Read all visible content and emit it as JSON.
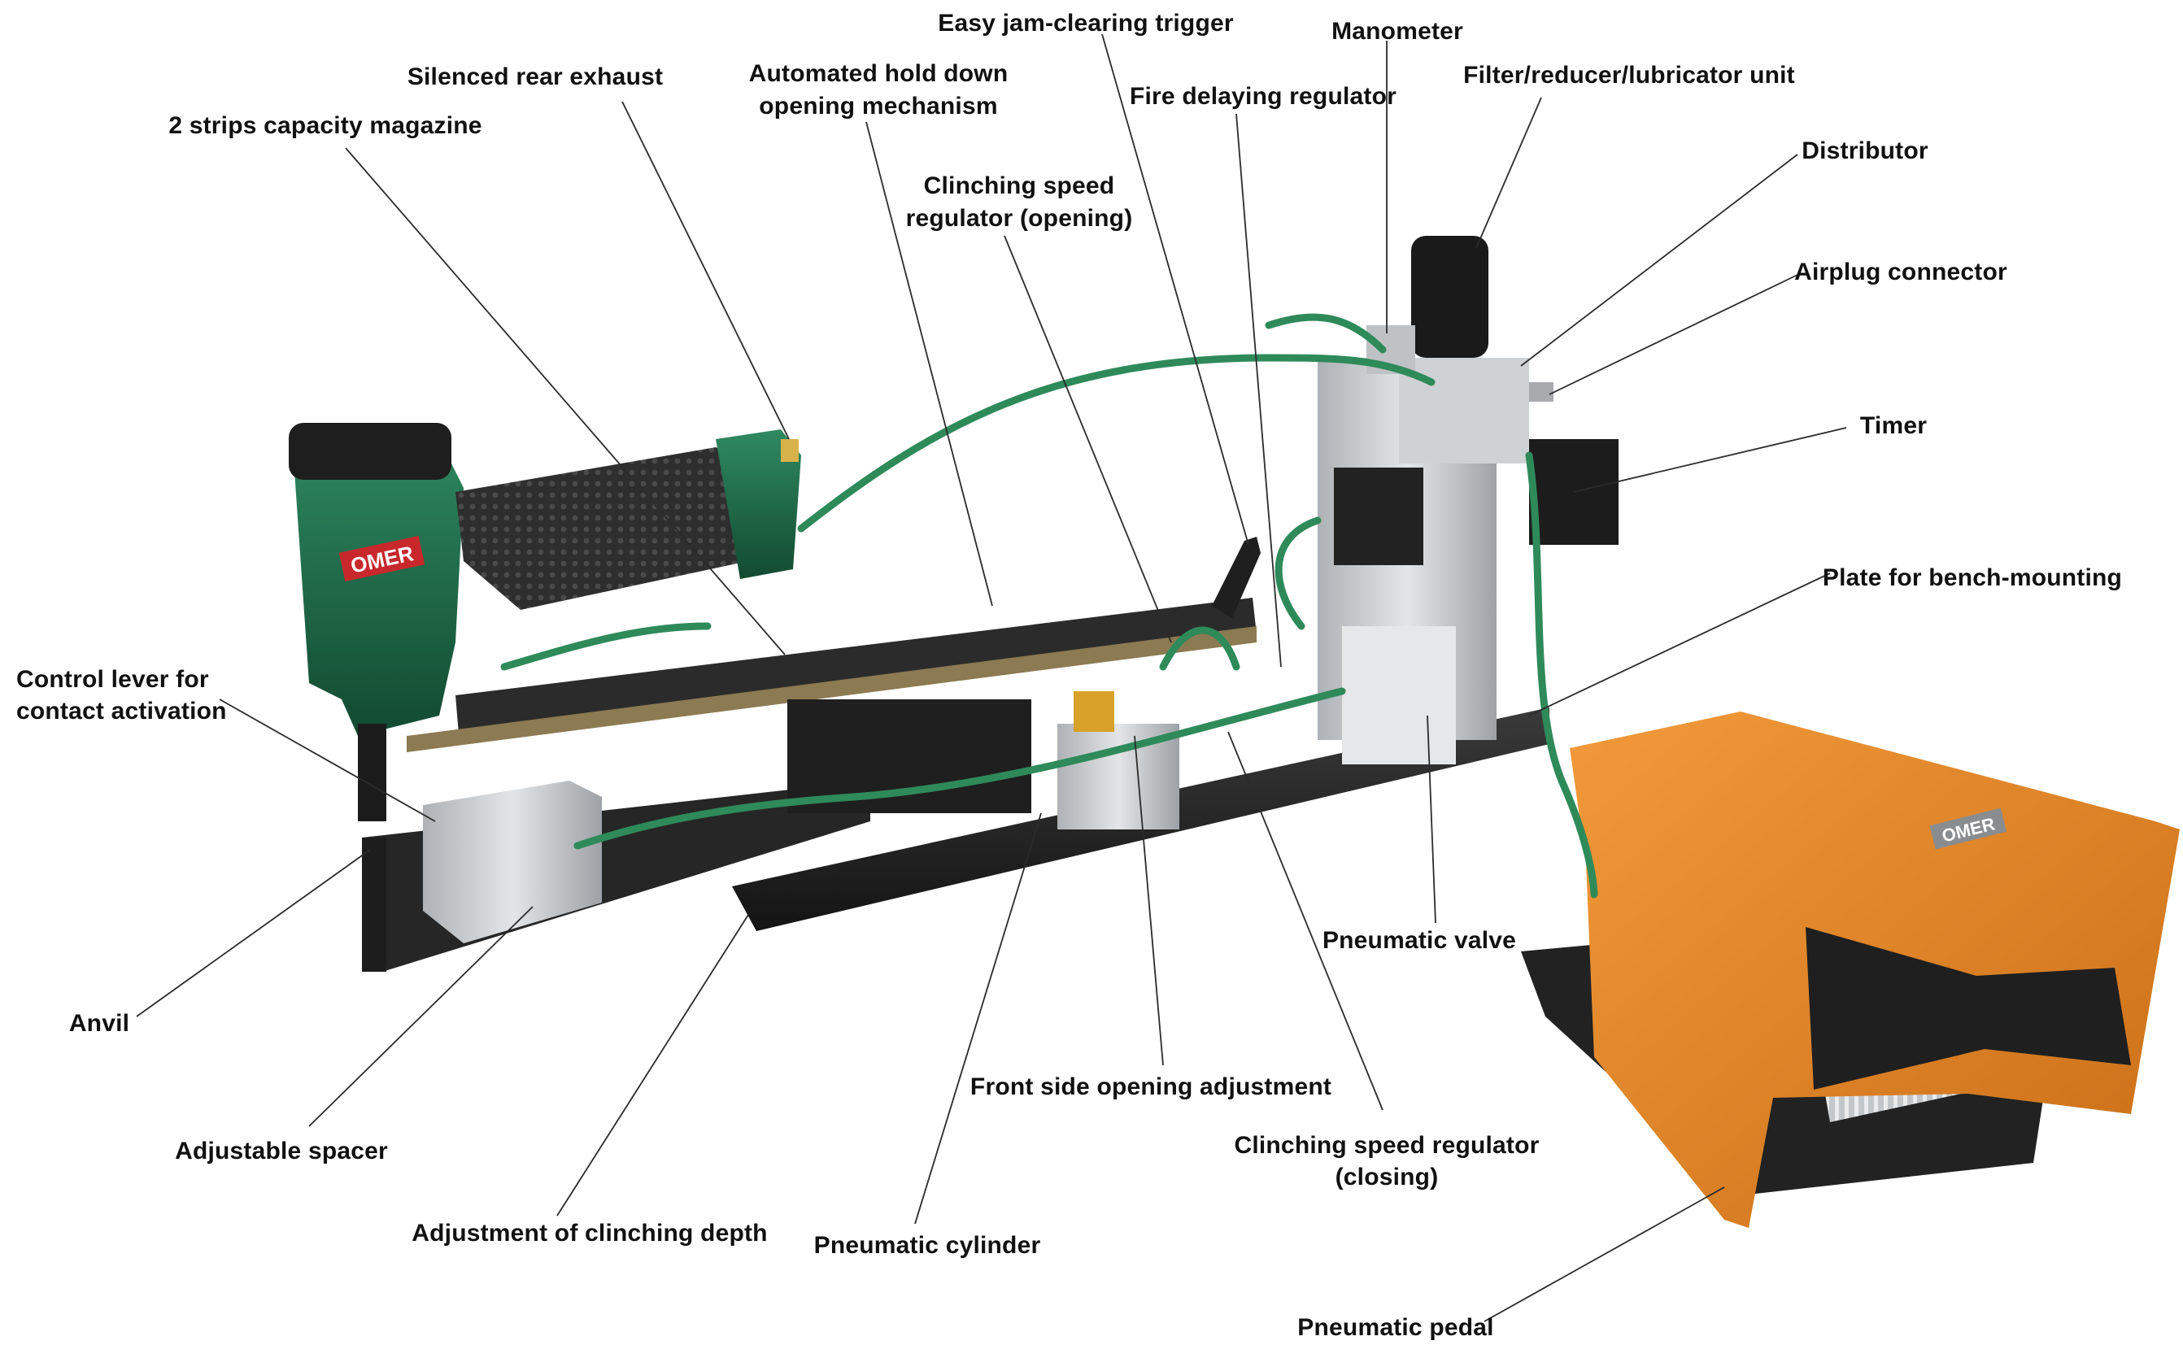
{
  "labels": {
    "easy_jam_clearing_trigger": "Easy jam-clearing trigger",
    "manometer": "Manometer",
    "silenced_rear_exhaust": "Silenced rear exhaust",
    "automated_hold_down_line1": "Automated hold down",
    "automated_hold_down_line2": "opening mechanism",
    "fire_delaying_regulator": "Fire delaying regulator",
    "filter_reducer_lubricator_unit": "Filter/reducer/lubricator unit",
    "two_strips_capacity_magazine": "2 strips capacity magazine",
    "distributor": "Distributor",
    "clinching_speed_opening_line1": "Clinching speed",
    "clinching_speed_opening_line2": "regulator (opening)",
    "airplug_connector": "Airplug connector",
    "timer": "Timer",
    "plate_for_bench_mounting": "Plate for bench-mounting",
    "control_lever_line1": "Control lever for",
    "control_lever_line2": "contact activation",
    "pneumatic_valve": "Pneumatic valve",
    "anvil": "Anvil",
    "front_side_opening_adjustment": "Front side opening adjustment",
    "adjustable_spacer": "Adjustable spacer",
    "clinching_speed_closing_line1": "Clinching speed regulator",
    "clinching_speed_closing_line2": "(closing)",
    "adjustment_of_clinching_depth": "Adjustment of clinching depth",
    "pneumatic_cylinder": "Pneumatic cylinder",
    "pneumatic_pedal": "Pneumatic pedal"
  },
  "brand": {
    "logo_text": "OMER"
  },
  "colors": {
    "tool_green": "#1f6e4a",
    "hose_green": "#2f8a5a",
    "pedal_orange": "#e8892a",
    "rail_dark": "#2a2a2a",
    "aluminium": "#c9ccd0",
    "grip_black": "#2c2c2c"
  }
}
